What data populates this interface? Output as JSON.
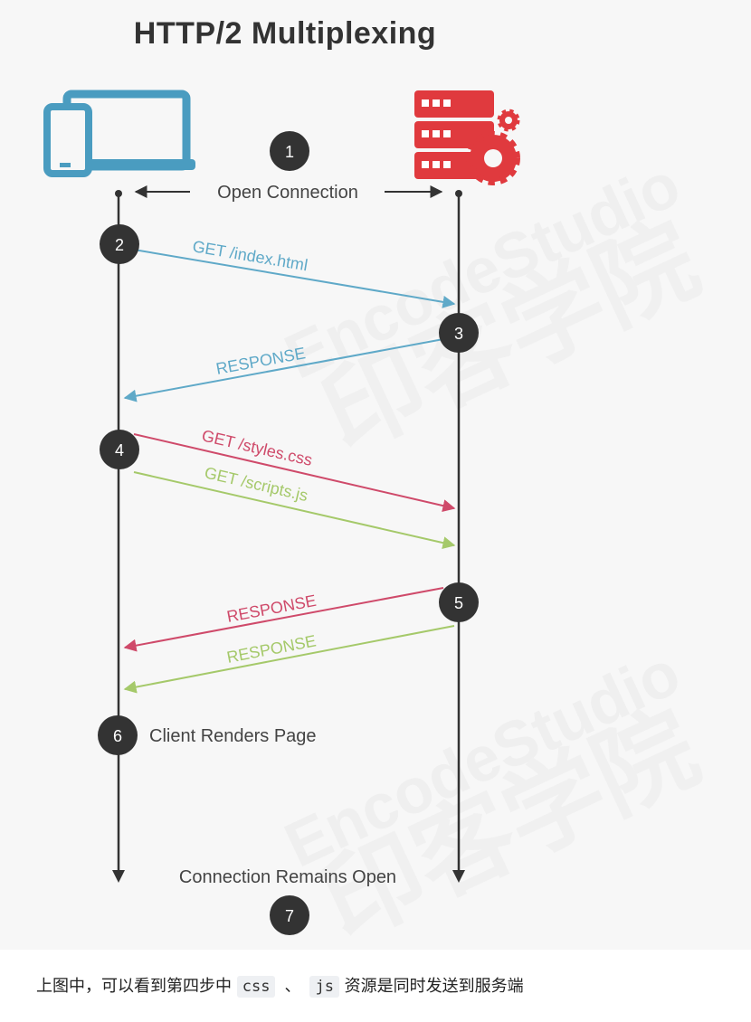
{
  "diagram": {
    "title": "HTTP/2 Multiplexing",
    "colors": {
      "client": "#4a9cc0",
      "server": "#e03a3e",
      "line": "#333333",
      "blue": "#5fa9c8",
      "red": "#cf4a6a",
      "green": "#a5c96a",
      "step_fill": "#333333",
      "watermark": "#e9e9e9"
    },
    "icons": {
      "client": "laptop-phone-icon",
      "server": "server-gear-icon"
    },
    "steps": [
      "1",
      "2",
      "3",
      "4",
      "5",
      "6",
      "7"
    ],
    "labels": {
      "open_connection": "Open Connection",
      "get_index": "GET /index.html",
      "response_1": "RESPONSE",
      "get_styles": "GET /styles.css",
      "get_scripts": "GET /scripts.js",
      "response_2": "RESPONSE",
      "response_3": "RESPONSE",
      "client_renders": "Client Renders Page",
      "remains_open": "Connection Remains Open"
    },
    "watermark": {
      "latin": "EncodeStudio",
      "cjk": "印客学院"
    }
  },
  "caption": {
    "prefix": "上图中，可以看到第四步中",
    "code_1": "css",
    "separator": "、",
    "code_2": "js",
    "suffix": "资源是同时发送到服务端"
  }
}
